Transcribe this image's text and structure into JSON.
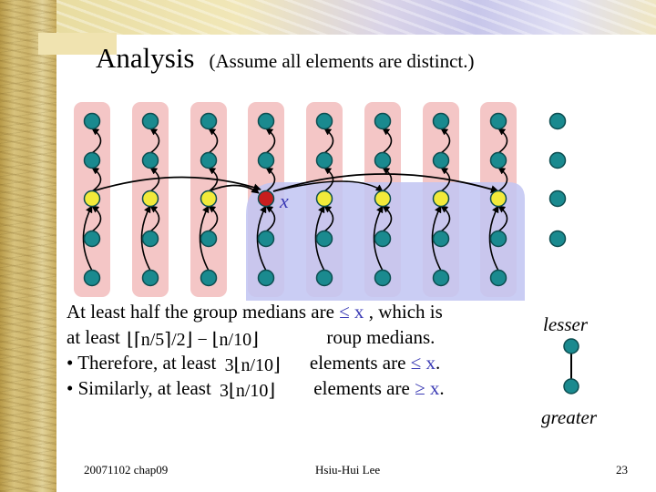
{
  "slide": {
    "title": "Analysis",
    "subtitle": "(Assume all elements are distinct.)",
    "pivot_label": "x"
  },
  "diagram": {
    "node_color": "#1a8a8f",
    "median_color": "#f2ea3a",
    "pivot_color": "#c81e1e",
    "group_bg_color": "#f4c6c6",
    "region_color": "#c3c6f3",
    "full_groups": 8,
    "leftover_nodes": 4
  },
  "text": {
    "line1_a": "At least half the group medians are",
    "line1_sym": "≤ x",
    "line1_b": ", which is",
    "line2_a": "at least",
    "line2_b": "roup medians.",
    "line3_a": "• Therefore, at least",
    "line3_b": "elements are",
    "line3_sym": "≤ x",
    "line3_end": ".",
    "line4_a": "• Similarly, at least",
    "line4_b": "elements are",
    "line4_sym": "≥ x",
    "line4_end": ".",
    "math_formula_1": "⌊⌈n/5⌉/2⌋ − ⌊n/10⌋",
    "math_formula_2": "3⌊n/10⌋"
  },
  "legend": {
    "lesser": "lesser",
    "greater": "greater"
  },
  "footer": {
    "left": "20071102 chap09",
    "center": "Hsiu-Hui Lee",
    "right": "23"
  }
}
